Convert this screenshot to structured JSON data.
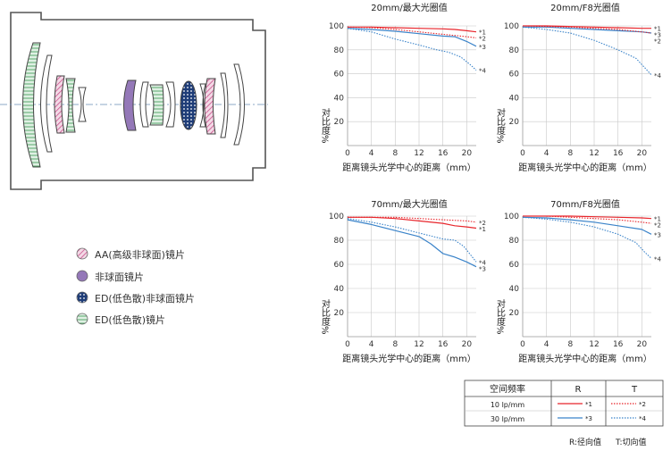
{
  "legend": {
    "items": [
      {
        "label": "AA(高级非球面)镜片",
        "kind": "aa"
      },
      {
        "label": "非球面镜片",
        "kind": "asph"
      },
      {
        "label": "ED(低色散)非球面镜片",
        "kind": "edasph"
      },
      {
        "label": "ED(低色散)镜片",
        "kind": "ed"
      }
    ]
  },
  "colors": {
    "r": "#e8252b",
    "t": "#3a83c9",
    "grid": "#c8c8c8",
    "asph": "#9478b8",
    "aa": "#c8508a",
    "ed": "#5aa86c",
    "edasph": "#1f3d78"
  },
  "chart_data": [
    {
      "type": "line",
      "title": "20mm/最大光圈值",
      "xlabel": "距离镜头光学中心的距离（mm）",
      "ylabel": "对比度%",
      "xlim": [
        0,
        21.6
      ],
      "ylim": [
        0,
        100
      ],
      "xticks": [
        0,
        4,
        8,
        12,
        16,
        20
      ],
      "yticks": [
        20,
        40,
        60,
        80,
        100
      ],
      "grid": true,
      "series": [
        {
          "name": "*1",
          "style": "solid-red",
          "x": [
            0,
            4,
            8,
            12,
            16,
            18,
            20,
            21.6
          ],
          "y": [
            99,
            99,
            98.5,
            98,
            97.5,
            97,
            96,
            95
          ]
        },
        {
          "name": "*2",
          "style": "dotted-red",
          "x": [
            0,
            4,
            8,
            12,
            16,
            18,
            20,
            21.6
          ],
          "y": [
            99,
            98.5,
            97,
            95,
            93,
            92,
            91,
            90
          ]
        },
        {
          "name": "*3",
          "style": "solid-blue",
          "x": [
            0,
            4,
            8,
            12,
            16,
            18,
            20,
            21.6
          ],
          "y": [
            98,
            97,
            95.5,
            93.5,
            91.5,
            91,
            87,
            83
          ]
        },
        {
          "name": "*4",
          "style": "dotted-blue",
          "x": [
            0,
            4,
            8,
            12,
            15,
            17,
            19,
            20.5,
            21.6
          ],
          "y": [
            98,
            95,
            89,
            84,
            80,
            78,
            74,
            68,
            63
          ]
        }
      ]
    },
    {
      "type": "line",
      "title": "20mm/F8光圈值",
      "xlabel": "距离镜头光学中心的距离（mm）",
      "ylabel": "对比度%",
      "xlim": [
        0,
        21.6
      ],
      "ylim": [
        0,
        100
      ],
      "xticks": [
        0,
        4,
        8,
        12,
        16,
        20
      ],
      "yticks": [
        20,
        40,
        60,
        80,
        100
      ],
      "grid": true,
      "series": [
        {
          "name": "*1",
          "style": "solid-red",
          "x": [
            0,
            4,
            8,
            12,
            16,
            20,
            21.6
          ],
          "y": [
            100,
            100,
            99.5,
            99,
            98.5,
            98,
            98
          ]
        },
        {
          "name": "*3",
          "style": "solid-blue",
          "x": [
            0,
            4,
            8,
            12,
            16,
            20,
            21.6
          ],
          "y": [
            99,
            99,
            98,
            97,
            96,
            95,
            94
          ]
        },
        {
          "name": "*2",
          "style": "dotted-red",
          "x": [
            0,
            4,
            8,
            12,
            16,
            20,
            21.6
          ],
          "y": [
            100,
            99.5,
            99,
            98,
            97,
            95,
            94
          ]
        },
        {
          "name": "*4",
          "style": "dotted-blue",
          "x": [
            0,
            4,
            8,
            12,
            16,
            19,
            20.5,
            21.6
          ],
          "y": [
            99,
            97,
            94,
            88,
            80,
            73,
            65,
            59
          ]
        }
      ]
    },
    {
      "type": "line",
      "title": "70mm/最大光圈值",
      "xlabel": "距离镜头光学中心的距离（mm）",
      "ylabel": "对比度%",
      "xlim": [
        0,
        21.6
      ],
      "ylim": [
        0,
        100
      ],
      "xticks": [
        0,
        4,
        8,
        12,
        16,
        20
      ],
      "yticks": [
        20,
        40,
        60,
        80,
        100
      ],
      "grid": true,
      "series": [
        {
          "name": "*2",
          "style": "dotted-red",
          "x": [
            0,
            4,
            8,
            12,
            16,
            20,
            21.6
          ],
          "y": [
            99,
            99,
            99,
            98,
            97,
            96,
            95
          ]
        },
        {
          "name": "*1",
          "style": "solid-red",
          "x": [
            0,
            4,
            8,
            12,
            16,
            18,
            20,
            21.6
          ],
          "y": [
            99,
            99,
            98,
            96,
            94,
            92,
            91,
            90
          ]
        },
        {
          "name": "*4",
          "style": "dotted-blue",
          "x": [
            0,
            4,
            8,
            12,
            16,
            18,
            19.5,
            21.6
          ],
          "y": [
            98,
            95,
            91,
            86,
            81,
            80,
            75,
            62
          ]
        },
        {
          "name": "*3",
          "style": "solid-blue",
          "x": [
            0,
            4,
            8,
            12,
            14,
            16,
            18,
            20,
            21.6
          ],
          "y": [
            97,
            93,
            88,
            83,
            77,
            69,
            66,
            62,
            58
          ]
        }
      ]
    },
    {
      "type": "line",
      "title": "70mm/F8光圈值",
      "xlabel": "距离镜头光学中心的距离（mm）",
      "ylabel": "对比度%",
      "xlim": [
        0,
        21.6
      ],
      "ylim": [
        0,
        100
      ],
      "xticks": [
        0,
        4,
        8,
        12,
        16,
        20
      ],
      "yticks": [
        20,
        40,
        60,
        80,
        100
      ],
      "grid": true,
      "series": [
        {
          "name": "*1",
          "style": "solid-red",
          "x": [
            0,
            4,
            8,
            12,
            16,
            20,
            21.6
          ],
          "y": [
            100,
            100,
            100,
            99.5,
            99,
            98.5,
            98
          ]
        },
        {
          "name": "*2",
          "style": "dotted-red",
          "x": [
            0,
            4,
            8,
            12,
            16,
            20,
            21.6
          ],
          "y": [
            100,
            100,
            99,
            98,
            97,
            95,
            94
          ]
        },
        {
          "name": "*3",
          "style": "solid-blue",
          "x": [
            0,
            4,
            8,
            12,
            16,
            20,
            21.6
          ],
          "y": [
            99,
            98.5,
            97,
            95,
            92,
            89,
            85
          ]
        },
        {
          "name": "*4",
          "style": "dotted-blue",
          "x": [
            0,
            4,
            8,
            12,
            16,
            19,
            20.5,
            21.6
          ],
          "y": [
            99,
            97.5,
            95,
            91,
            85,
            78,
            70,
            65
          ]
        }
      ]
    }
  ],
  "key_table": {
    "header": [
      "空间频率",
      "R",
      "T"
    ],
    "rows": [
      {
        "freq": "10 lp/mm",
        "r_label": "*1",
        "t_label": "*2"
      },
      {
        "freq": "30 lp/mm",
        "r_label": "*3",
        "t_label": "*4"
      }
    ]
  },
  "footnote": {
    "r": "R:径向值",
    "t": "T:切向值"
  }
}
